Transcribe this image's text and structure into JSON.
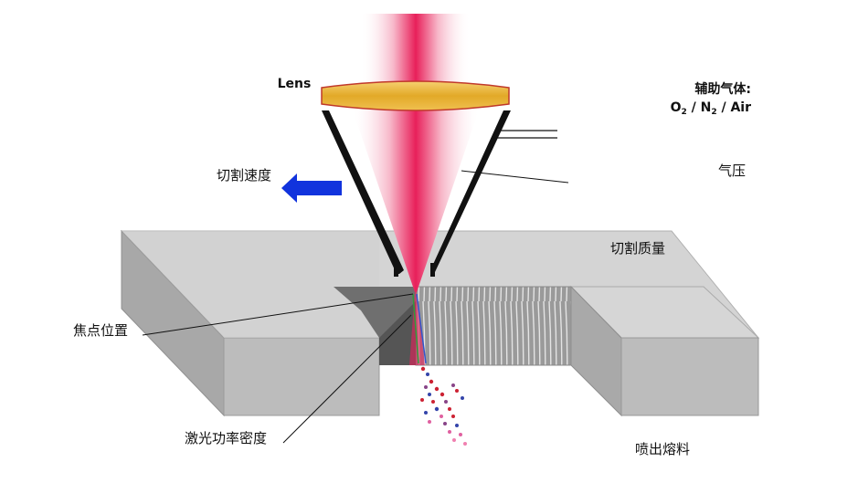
{
  "labels": {
    "lens": "Lens",
    "assist_gas": "辅助气体:",
    "gas_o": "O",
    "gas_sub1": "2",
    "gas_mid": " / N",
    "gas_sub2": "2",
    "gas_end": " / Air",
    "gas_pressure": "气压",
    "cutting_speed": "切割速度",
    "cutting_quality": "切割质量",
    "focus_position": "焦点位置",
    "power_density": "激光功率密度",
    "ejected_melt": "喷出熔料"
  },
  "colors": {
    "beam_core": "#e8205a",
    "beam_edge": "#ffffff",
    "lens_fill": "#e8b030",
    "lens_edge": "#c0392b",
    "arrow": "#1133dd",
    "block_top": "#d4d4d4",
    "block_front": "#bcbcbc",
    "block_side": "#a9a9a9",
    "kerf_dark": "#777777"
  },
  "icons": {
    "speed_arrow": "arrow-left-icon"
  }
}
